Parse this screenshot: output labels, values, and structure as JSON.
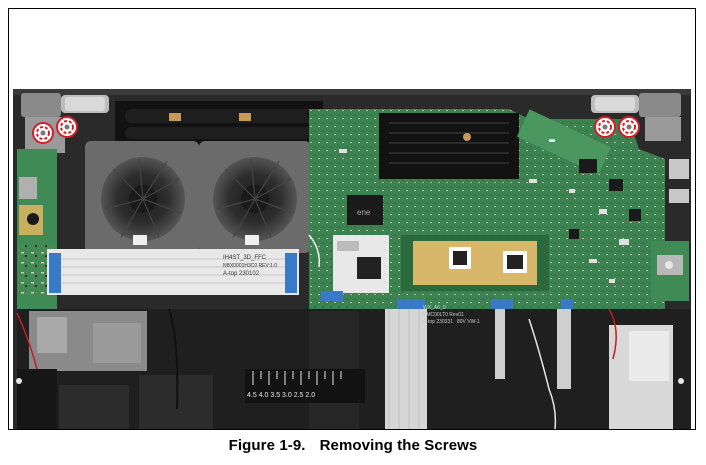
{
  "figure": {
    "number": "Figure 1-9.",
    "title": "Removing the Screws"
  },
  "photo": {
    "description": "Laptop base with bottom cover removed; four screws circled in red at hinge brackets",
    "screw_markers": 4,
    "colors": {
      "board": "#3a7d4a",
      "chassis": "#2b2b2b",
      "heatsink": "#141414",
      "marker": "#d11f2a",
      "ribbon": "#dcdcdc",
      "flex_blue": "#3a78c8",
      "pad": "#b99a5c"
    },
    "labels": {
      "ffc_line1": "IH4ST_3D_FFC",
      "ffc_line2": "NBX0001H3C0 REV:1.0",
      "ffc_line3": "A-top 230102",
      "ruler": "4.5 4.0 3.5 3.0 2.5 2.0",
      "flex_text1": "WX_A6_D",
      "flex_text2": "SMC00LT0 Rev01",
      "flex_text3": "A-top 230331",
      "flex_text4": "80V VW-1",
      "logo": "ene"
    }
  }
}
